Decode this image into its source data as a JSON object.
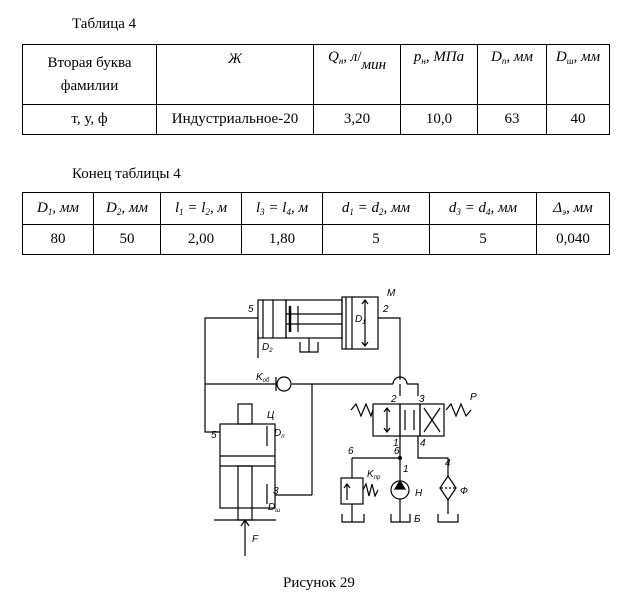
{
  "table1": {
    "caption": "Таблица 4",
    "headers": {
      "h1_line1": "Вторая буква",
      "h1_line2": "фамилии",
      "h2": "Ж",
      "h3_sym": "Q",
      "h3_sub": "н",
      "h3_unit_num": "л",
      "h3_unit_den": "мин",
      "h4_sym": "p",
      "h4_sub": "н",
      "h4_unit": ", МПа",
      "h5_sym": "D",
      "h5_sub": "п",
      "h5_unit": ", мм",
      "h6_sym": "D",
      "h6_sub": "ш",
      "h6_unit": ", мм"
    },
    "row": [
      "т, у, ф",
      "Индустриальное-20",
      "3,20",
      "10,0",
      "63",
      "40"
    ]
  },
  "table2": {
    "caption": "Конец таблицы 4",
    "headers": {
      "c1": {
        "sym": "D",
        "sub": "1",
        "unit": ", мм"
      },
      "c2": {
        "sym": "D",
        "sub": "2",
        "unit": ", мм"
      },
      "c3": {
        "a": "l",
        "as": "1",
        "b": "l",
        "bs": "2",
        "unit": ", м"
      },
      "c4": {
        "a": "l",
        "as": "3",
        "b": "l",
        "bs": "4",
        "unit": ", м"
      },
      "c5": {
        "a": "d",
        "as": "1",
        "b": "d",
        "bs": "2",
        "unit": ", мм"
      },
      "c6": {
        "a": "d",
        "as": "3",
        "b": "d",
        "bs": "4",
        "unit": ", мм"
      },
      "c7": {
        "sym": "Δ",
        "sub": "э",
        "unit": ", мм"
      }
    },
    "row": [
      "80",
      "50",
      "2,00",
      "1,80",
      "5",
      "5",
      "0,040"
    ]
  },
  "figure": {
    "caption": "Рисунок 29",
    "labels": {
      "M": "М",
      "D1": "D",
      "D1_sub": "1",
      "D2": "D",
      "D2_sub": "2",
      "five_top": "5",
      "two_top": "2",
      "Kob": "K",
      "Kob_sub": "об",
      "C": "Ц",
      "Dp": "D",
      "Dp_sub": "п",
      "Dsh": "D",
      "Dsh_sub": "ш",
      "five_cyl": "5",
      "three": "3",
      "P": "Р",
      "p2": "2",
      "p3": "3",
      "p1": "1",
      "p4": "4",
      "n6a": "6",
      "n6b": "6",
      "n1": "1",
      "n4": "4",
      "Kpr": "K",
      "Kpr_sub": "пр",
      "H": "Н",
      "B": "Б",
      "F_filter": "Ф",
      "F_force": "F"
    }
  }
}
